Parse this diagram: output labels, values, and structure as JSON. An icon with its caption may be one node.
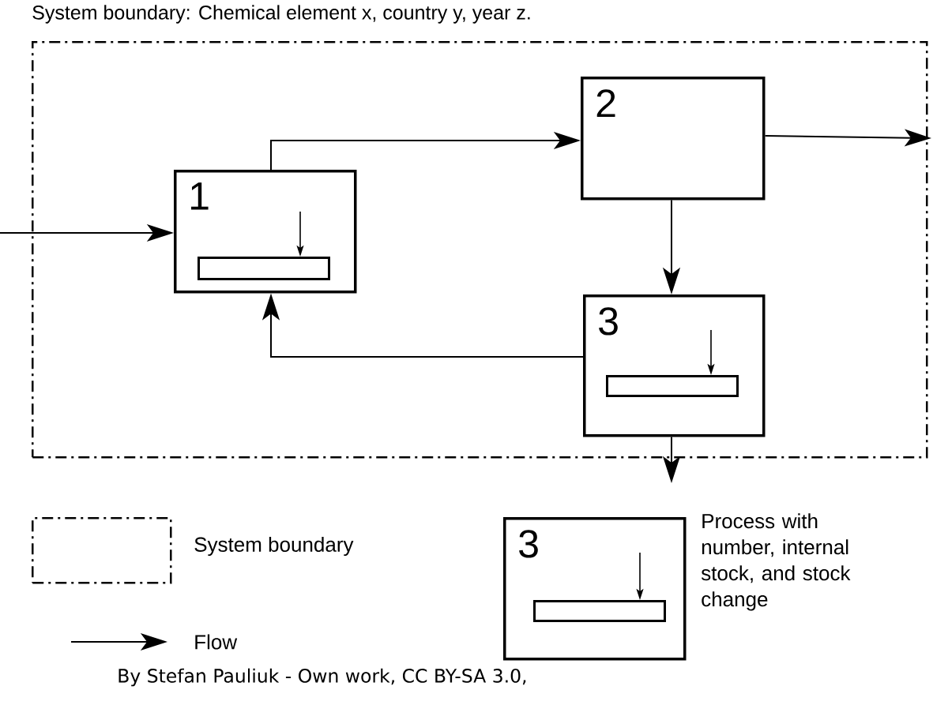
{
  "diagram": {
    "nodes": [
      {
        "text": [
          "System boundary: Chemical element x, country y, year z."
        ]
      },
      {
        "text": [
          "1"
        ],
        "in": 0
      },
      {
        "text": [],
        "shape": "bar",
        "in": 1
      },
      {
        "text": [
          "2"
        ],
        "in": 0
      },
      {
        "text": [
          "3"
        ],
        "in": 0
      },
      {
        "text": [],
        "shape": "bar",
        "in": 4
      },
      {
        "text": [],
        "shape": "box",
        "beside": [
          "System boundary"
        ]
      },
      {
        "text": [
          "3"
        ],
        "beside": [
          "Process with number, internal stock, and stock change"
        ]
      },
      {
        "text": [],
        "shape": "bar",
        "in": 7
      }
    ],
    "edges": [
      {
        "from": null,
        "to": 1,
        "arrow": "to"
      },
      {
        "from": 1,
        "to": 3,
        "arrow": "to"
      },
      {
        "from": 3,
        "to": null,
        "arrow": "to"
      },
      {
        "from": 3,
        "to": 4,
        "arrow": "to"
      },
      {
        "from": 4,
        "to": 1,
        "arrow": "to"
      },
      {
        "from": 4,
        "to": null,
        "arrow": "to"
      },
      {
        "from": null,
        "to": 2,
        "arrow": "to"
      },
      {
        "from": null,
        "to": 5,
        "arrow": "to"
      },
      {
        "from": null,
        "to": 8,
        "arrow": "to"
      }
    ],
    "labels": [
      "By Stefan Pauliuk - Own work, CC BY-SA 3.0,"
    ],
    "legend": [
      {
        "text": "Flow"
      }
    ]
  }
}
